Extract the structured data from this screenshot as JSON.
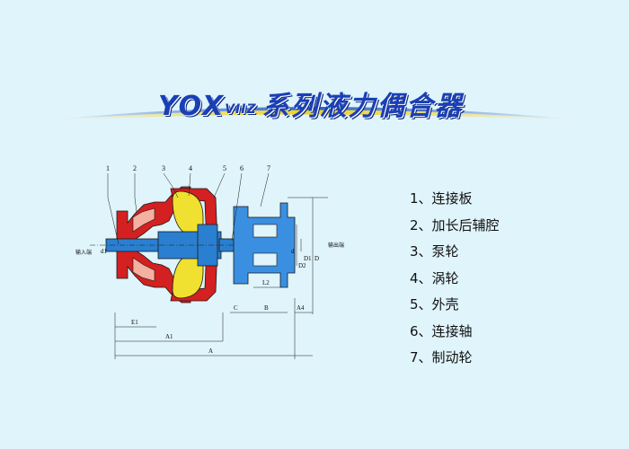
{
  "title": {
    "main": "YOX",
    "sub": "VIIZ",
    "cn": "系列液力偶合器"
  },
  "diagram": {
    "callouts": [
      "1",
      "2",
      "3",
      "4",
      "5",
      "6",
      "7"
    ],
    "input_label": "输入端",
    "output_label": "输出端",
    "dims": {
      "d1": "d1",
      "d": "d",
      "D1": "D1",
      "D": "D",
      "D2": "D2",
      "L2": "L2",
      "C": "C",
      "B": "B",
      "A4": "A4",
      "E1": "E1",
      "A1": "A1",
      "A": "A"
    },
    "colors": {
      "housing": "#d42020",
      "rotor": "#f0e030",
      "shaft": "#2a7fd0",
      "wheel": "#3a8fe0"
    }
  },
  "legend": [
    {
      "num": "1、",
      "label": "连接板"
    },
    {
      "num": "2、",
      "label": "加长后辅腔"
    },
    {
      "num": "3、",
      "label": "泵轮"
    },
    {
      "num": "4、",
      "label": "涡轮"
    },
    {
      "num": "5、",
      "label": "外壳"
    },
    {
      "num": "6、",
      "label": "连接轴"
    },
    {
      "num": "7、",
      "label": "制动轮"
    }
  ]
}
